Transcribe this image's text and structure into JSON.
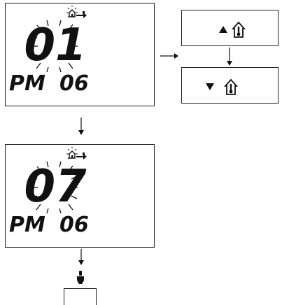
{
  "screen1": {
    "day_digits": "01",
    "ampm": "PM",
    "hour_digits": "06"
  },
  "screen2": {
    "day_digits": "07",
    "ampm": "PM",
    "hour_digits": "06"
  },
  "buttons": {
    "up": {
      "arrow_icon": "triangle-up-icon",
      "house_icon": "house-thermometer-icon"
    },
    "down": {
      "arrow_icon": "triangle-down-icon",
      "house_icon": "house-thermometer-icon"
    }
  },
  "flow": {
    "arrow_right_icon": "arrow-right-icon",
    "arrow_down_icon": "arrow-down-icon",
    "hand_press_icon": "hand-press-icon"
  }
}
